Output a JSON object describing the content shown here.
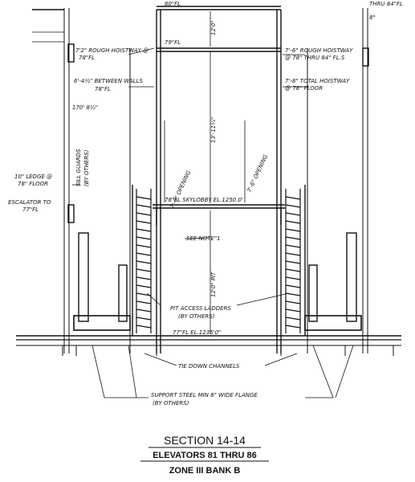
{
  "levels": {
    "fl80": "80\"FL",
    "fl79": "79\"FL",
    "fl78_skylobby": "78\"FL SKYLOBBY EL.1250.0'",
    "fl77": "77\"FL EL.1235'0\"",
    "thru_top": "THRU 84\"FL"
  },
  "dims": {
    "d12_0": "12'0\"",
    "d13_11": "13'-11½\"",
    "d12_0_pit": "12'0\" PIT",
    "opening_left": "7'-6\" OPENING",
    "opening_right": "7'-6\" OPENING",
    "dim_8": "8\"",
    "dim_170": "170' 8½\""
  },
  "notes": {
    "rough_left_1": "7'2\" ROUGH HOISTWAY @",
    "rough_left_2": "78\"FL",
    "between_walls_1": "6'-4½\" BETWEEN WALLS",
    "between_walls_2": "78\"FL",
    "rough_right_1": "7'-6\" ROUGH HOISTWAY",
    "rough_right_2": "@ 78\" THRU 84\" FL.S",
    "total_right_1": "7'-8\" TOTAL HOISTWAY",
    "total_right_2": "@ 78\" FLOOR",
    "sill_guards_1": "SILL GUARDS",
    "sill_guards_2": "(BY OTHERS)",
    "ledge_1": "10\" LEDGE @",
    "ledge_2": "78\" FLOOR",
    "escalator_1": "ESCALATOR TO",
    "escalator_2": "77\"FL",
    "see_note": "SEE NOTE\"1",
    "pit_ladders_1": "PIT ACCESS LADDERS",
    "pit_ladders_2": "(BY OTHERS)",
    "tie_down": "TIE DOWN CHANNELS",
    "support_1": "SUPPORT STEEL MIN 8\" WIDE FLANGE",
    "support_2": "(BY OTHERS)"
  },
  "titles": {
    "section": "SECTION 14-14",
    "elevators": "ELEVATORS 81 THRU 86",
    "zone": "ZONE III BANK B"
  }
}
